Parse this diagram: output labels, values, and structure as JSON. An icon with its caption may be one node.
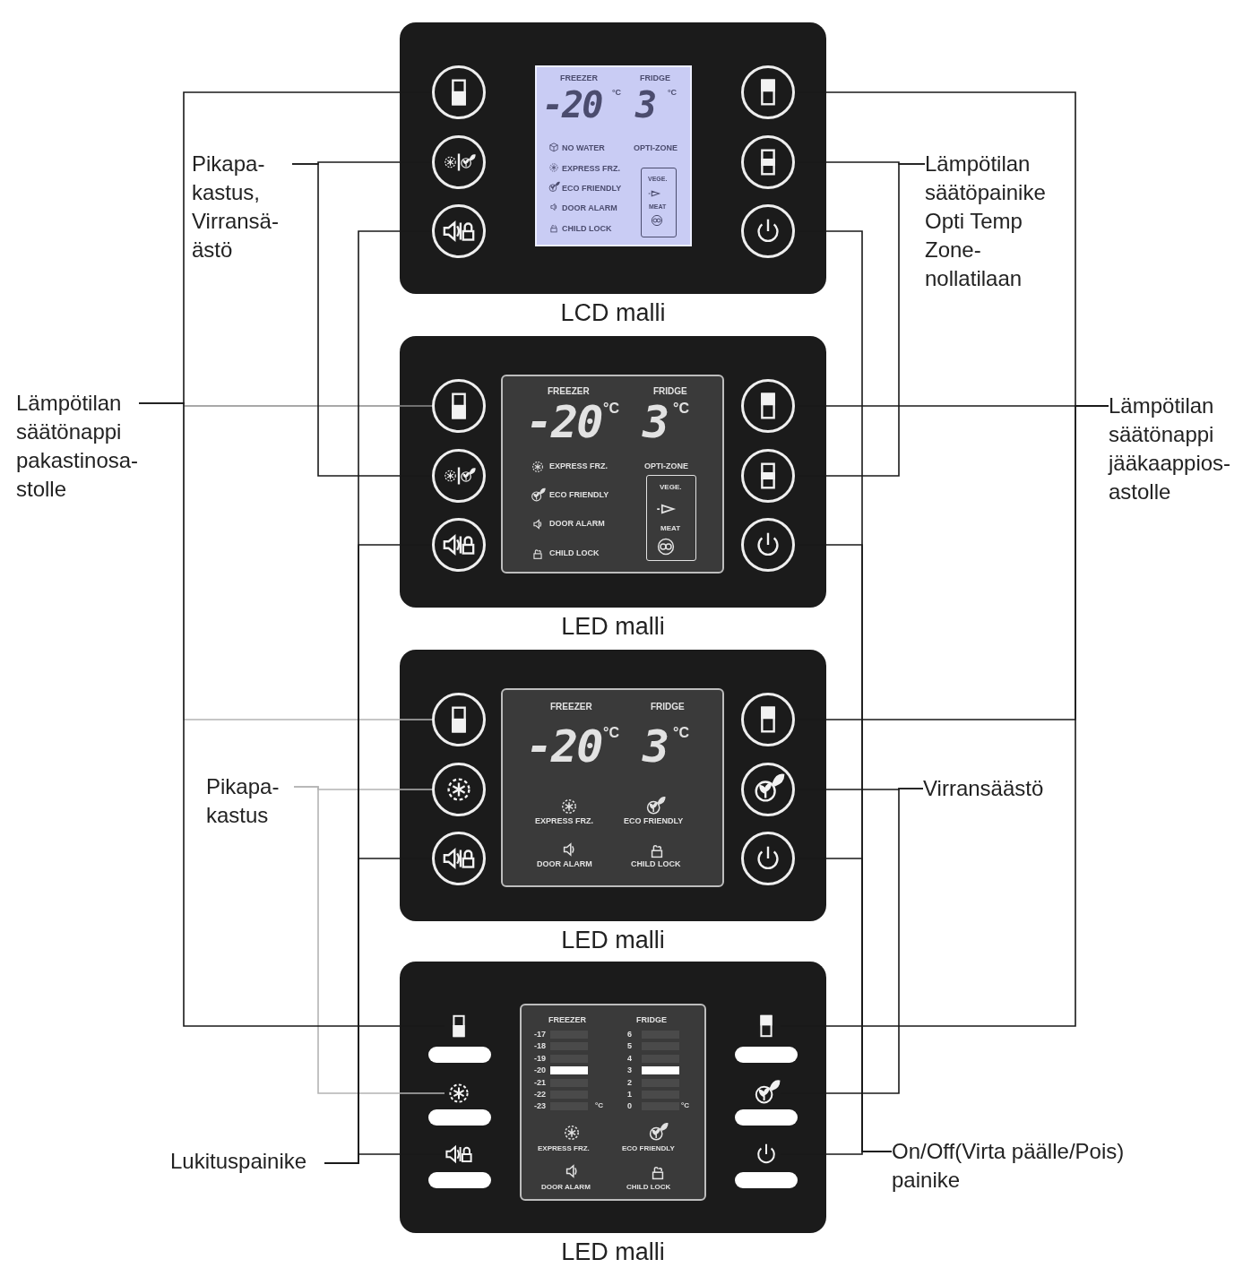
{
  "diagram": {
    "nodes": [
      {
        "text": [],
        "shape": "box",
        "beside": [
          "LCD malli"
        ]
      },
      {
        "text": [
          "FREEZER",
          "FRIDGE",
          "-20",
          "°C",
          "3",
          "°C",
          "NO WATER",
          "OPTI-ZONE",
          "EXPRESS FRZ.",
          "ECO FRIENDLY",
          "VEGE.",
          "DOOR ALARM",
          "MEAT",
          "CHILD LOCK"
        ],
        "in": 0
      },
      {
        "text": [],
        "shape": "circle",
        "in": 0
      },
      {
        "text": [],
        "shape": "circle",
        "in": 0
      },
      {
        "text": [],
        "shape": "circle",
        "in": 0
      },
      {
        "text": [],
        "shape": "circle",
        "in": 0
      },
      {
        "text": [],
        "shape": "circle",
        "in": 0
      },
      {
        "text": [],
        "shape": "circle",
        "in": 0
      },
      {
        "text": [],
        "shape": "box",
        "beside": [
          "LED malli"
        ]
      },
      {
        "text": [
          "FREEZER",
          "FRIDGE",
          "-20",
          "°C",
          "3",
          "°C",
          "EXPRESS FRZ.",
          "OPTI-ZONE",
          "ECO FRIENDLY",
          "VEGE.",
          "DOOR ALARM",
          "MEAT",
          "CHILD LOCK"
        ],
        "in": 8
      },
      {
        "text": [],
        "shape": "circle",
        "in": 8
      },
      {
        "text": [],
        "shape": "circle",
        "in": 8
      },
      {
        "text": [],
        "shape": "circle",
        "in": 8
      },
      {
        "text": [],
        "shape": "circle",
        "in": 8
      },
      {
        "text": [],
        "shape": "circle",
        "in": 8
      },
      {
        "text": [],
        "shape": "circle",
        "in": 8
      },
      {
        "text": [],
        "shape": "box",
        "beside": [
          "LED malli"
        ]
      },
      {
        "text": [
          "FREEZER",
          "FRIDGE",
          "-20",
          "°C",
          "3",
          "°C",
          "EXPRESS FRZ.",
          "ECO FRIENDLY",
          "DOOR ALARM",
          "CHILD LOCK"
        ],
        "in": 16
      },
      {
        "text": [],
        "shape": "circle",
        "in": 16
      },
      {
        "text": [],
        "shape": "circle",
        "in": 16
      },
      {
        "text": [],
        "shape": "circle",
        "in": 16
      },
      {
        "text": [],
        "shape": "circle",
        "in": 16
      },
      {
        "text": [],
        "shape": "circle",
        "in": 16
      },
      {
        "text": [],
        "shape": "circle",
        "in": 16
      },
      {
        "text": [],
        "shape": "box",
        "beside": [
          "LED malli"
        ]
      },
      {
        "text": [
          "FREEZER",
          "FRIDGE",
          "-17",
          "6",
          "-18",
          "5",
          "-19",
          "4",
          "-20",
          "3",
          "-21",
          "2",
          "-22",
          "1",
          "-23",
          "°C",
          "0",
          "°C",
          "EXPRESS FRZ.",
          "ECO FRIENDLY",
          "DOOR ALARM",
          "CHILD LOCK"
        ],
        "in": 24
      },
      {
        "text": [],
        "shape": "icon",
        "in": 24
      },
      {
        "text": [],
        "shape": "icon",
        "in": 24
      },
      {
        "text": [],
        "shape": "icon",
        "in": 24
      },
      {
        "text": [],
        "shape": "icon",
        "in": 24
      },
      {
        "text": [],
        "shape": "icon",
        "in": 24
      },
      {
        "text": [],
        "shape": "icon",
        "in": 24
      },
      {
        "text": [
          "Pikapa- kastus, Virransä- ästö"
        ]
      },
      {
        "text": [
          "Lämpötilan säätöpainike Opti Temp Zone- nollatilaan"
        ]
      },
      {
        "text": [
          "Lämpötilan säätönappi pakastinosa- stolle"
        ]
      },
      {
        "text": [
          "Lämpötilan säätönappi jääkaappios- astolle"
        ]
      },
      {
        "text": [
          "Pikapa- kastus"
        ]
      },
      {
        "text": [
          "Virransäästö"
        ]
      },
      {
        "text": [
          "Lukituspainike"
        ]
      },
      {
        "text": [
          "On/Off(Virta päälle/Pois) painike"
        ]
      }
    ],
    "edges": [
      {
        "from": 34,
        "to": 2,
        "arrow": "none"
      },
      {
        "from": 34,
        "to": 10,
        "arrow": "none",
        "color": "#8c8c8c"
      },
      {
        "from": 34,
        "to": 18,
        "arrow": "none",
        "color": "#b4b4b4"
      },
      {
        "from": 34,
        "to": 26,
        "arrow": "none"
      },
      {
        "from": 32,
        "to": 3,
        "arrow": "none"
      },
      {
        "from": 32,
        "to": 11,
        "arrow": "none"
      },
      {
        "from": 36,
        "to": 19,
        "arrow": "none",
        "color": "#b4b4b4"
      },
      {
        "from": 36,
        "to": 27,
        "arrow": "none",
        "color": "#b4b4b4"
      },
      {
        "from": 38,
        "to": 4,
        "arrow": "none"
      },
      {
        "from": 38,
        "to": 12,
        "arrow": "none"
      },
      {
        "from": 38,
        "to": 20,
        "arrow": "none"
      },
      {
        "from": 38,
        "to": 28,
        "arrow": "none"
      },
      {
        "from": 35,
        "to": 5,
        "arrow": "none"
      },
      {
        "from": 35,
        "to": 13,
        "arrow": "none"
      },
      {
        "from": 35,
        "to": 21,
        "arrow": "none"
      },
      {
        "from": 35,
        "to": 29,
        "arrow": "none"
      },
      {
        "from": 33,
        "to": 6,
        "arrow": "none"
      },
      {
        "from": 33,
        "to": 14,
        "arrow": "none"
      },
      {
        "from": 37,
        "to": 22,
        "arrow": "none"
      },
      {
        "from": 37,
        "to": 30,
        "arrow": "none"
      },
      {
        "from": 39,
        "to": 7,
        "arrow": "none"
      },
      {
        "from": 39,
        "to": 15,
        "arrow": "none"
      },
      {
        "from": 39,
        "to": 23,
        "arrow": "none"
      },
      {
        "from": 39,
        "to": 31,
        "arrow": "none"
      }
    ]
  }
}
